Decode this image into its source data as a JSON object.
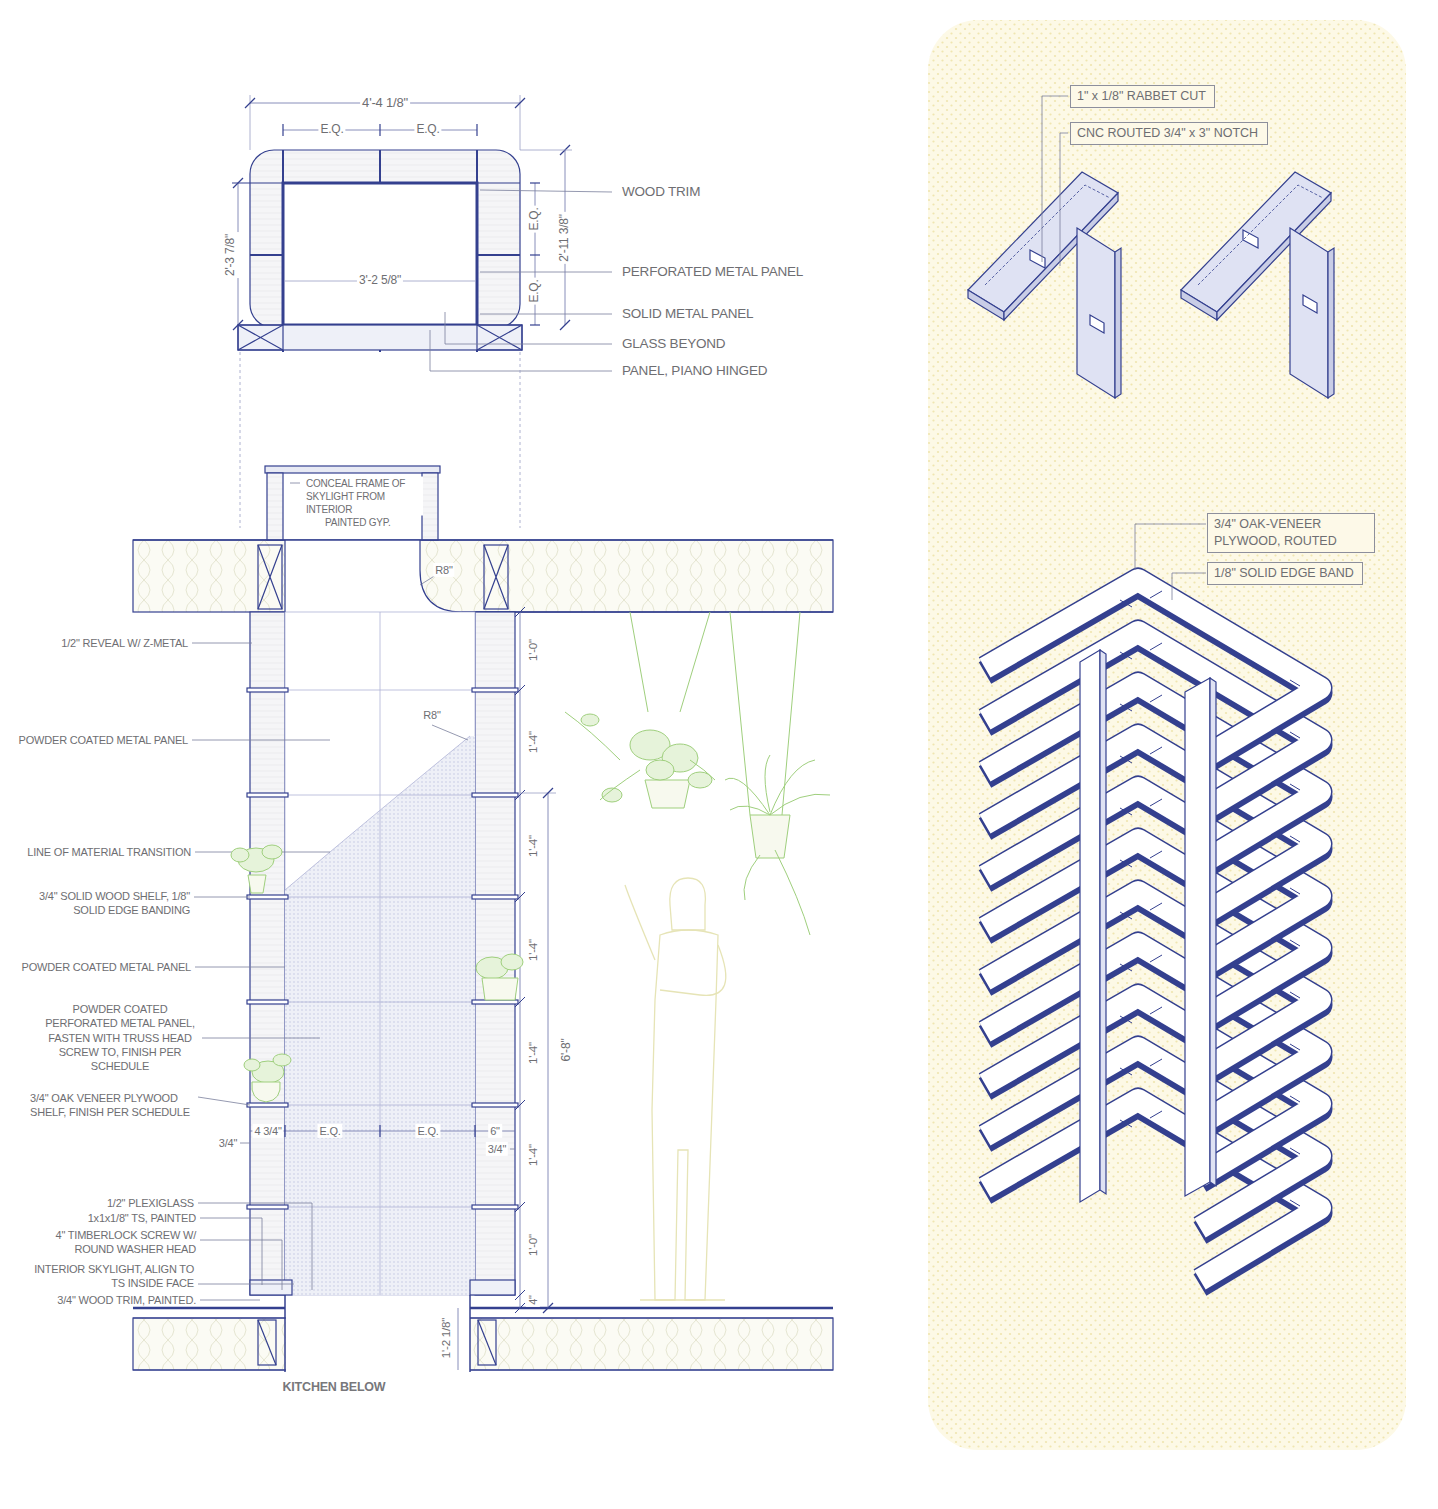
{
  "diagram": {
    "nodes": [
      {
        "text": [
          "1\" x 1/8\" RABBET CUT"
        ]
      },
      {
        "text": [
          "CNC ROUTED 3/4\" x 3\" NOTCH"
        ]
      },
      {
        "text": [
          "3/4\" OAK-VENEER PLYWOOD, ROUTED"
        ]
      },
      {
        "text": [
          "1/8\" SOLID EDGE BAND"
        ]
      }
    ],
    "labels": [
      "4'-4 1/8\"",
      "E.Q.",
      "E.Q.",
      "2'-3 7/8\"",
      "3'-2 5/8\"",
      "E.Q.",
      "E.Q.",
      "2'-11 3/8\"",
      "WOOD TRIM",
      "PERFORATED METAL PANEL",
      "SOLID METAL PANEL",
      "GLASS BEYOND",
      "PANEL, PIANO HINGED",
      "CONCEAL FRAME OF SKYLIGHT FROM INTERIOR",
      "PAINTED GYP.",
      "R8\"",
      "1/2\" REVEAL W/ Z-METAL",
      "POWDER COATED METAL PANEL",
      "R8\"",
      "LINE OF MATERIAL TRANSITION",
      "3/4\" SOLID WOOD SHELF, 1/8\" SOLID EDGE BANDING",
      "POWDER COATED METAL PANEL",
      "POWDER COATED PERFORATED METAL PANEL, FASTEN WITH TRUSS HEAD SCREW TO, FINISH PER SCHEDULE",
      "3/4\" OAK VENEER PLYWOOD SHELF, FINISH PER SCHEDULE",
      "3/4\"",
      "4 3/4\"",
      "E.Q.",
      "E.Q.",
      "6\"",
      "3/4\"",
      "1/2\" PLEXIGLASS",
      "1x1x1/8\" TS, PAINTED",
      "4\" TIMBERLOCK SCREW W/ ROUND WASHER HEAD",
      "INTERIOR SKYLIGHT, ALIGN TO TS INSIDE FACE",
      "3/4\" WOOD TRIM, PAINTED.",
      "1'-0\"",
      "1'-4\"",
      "1'-4\"",
      "1'-4\"",
      "1'-4\"",
      "1'-4\"",
      "1'-0\"",
      "4\"",
      "6'-8\"",
      "1'-2 1/8\"",
      "KITCHEN BELOW"
    ]
  }
}
